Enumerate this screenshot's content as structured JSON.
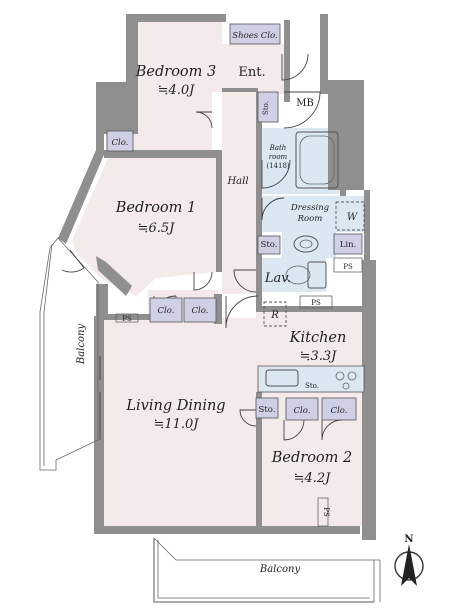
{
  "rooms": {
    "bedroom3": {
      "name": "Bedroom 3",
      "area": "≒4.0J"
    },
    "bedroom1": {
      "name": "Bedroom 1",
      "area": "≒6.5J"
    },
    "bedroom2": {
      "name": "Bedroom 2",
      "area": "≒4.2J"
    },
    "living": {
      "name": "Living Dining",
      "area": "≒11.0J"
    },
    "kitchen": {
      "name": "Kitchen",
      "area": "≒3.3J"
    }
  },
  "labels": {
    "shoes": "Shoes Clo.",
    "ent": "Ent.",
    "sto": "Sto.",
    "mb": "MB",
    "clo": "Clo.",
    "hall": "Hall",
    "bath_line1": "Bath",
    "bath_line2": "room",
    "bath_size": "(1418)",
    "dressing_line1": "Dressing",
    "dressing_line2": "Room",
    "w": "W",
    "lin": "Lin.",
    "lav": "Lav.",
    "ps": "PS",
    "r": "R",
    "balcony": "Balcony",
    "north": "N"
  },
  "colors": {
    "room_fill": "#f4eaea",
    "wall": "#8f8f8f",
    "closet": "#cfd0e6",
    "wet_area": "#dbe8f2"
  }
}
